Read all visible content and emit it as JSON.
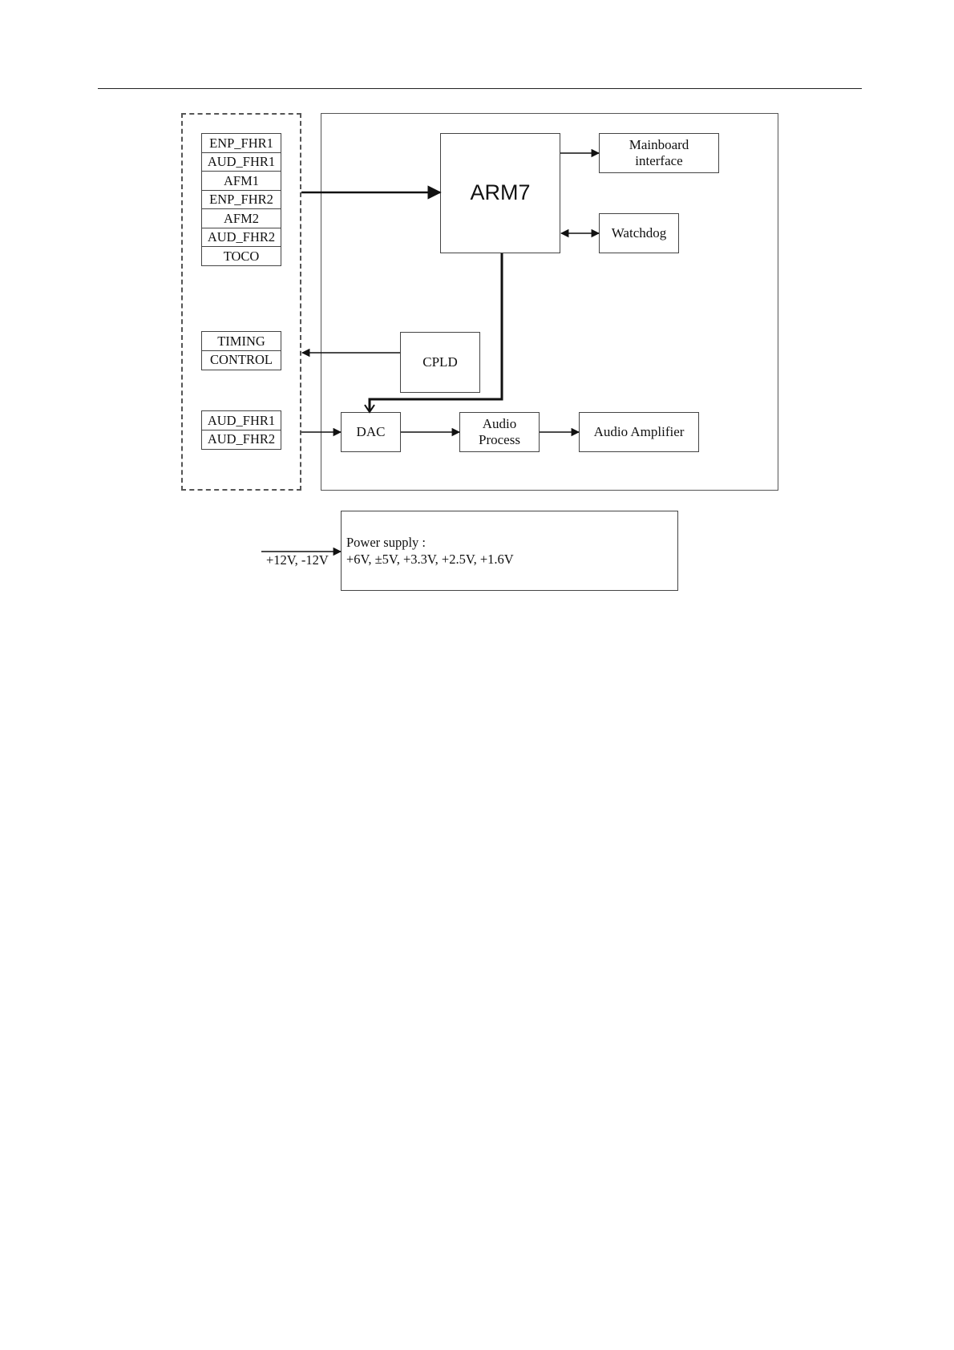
{
  "diagram": {
    "input_group_top": [
      "ENP_FHR1",
      "AUD_FHR1",
      "AFM1",
      "ENP_FHR2",
      "AFM2",
      "AUD_FHR2",
      "TOCO"
    ],
    "input_group_mid": [
      "TIMING",
      "CONTROL"
    ],
    "input_group_bottom": [
      "AUD_FHR1",
      "AUD_FHR2"
    ],
    "arm": "ARM7",
    "mainboard_line1": "Mainboard",
    "mainboard_line2": "interface",
    "watchdog": "Watchdog",
    "cpld": "CPLD",
    "dac": "DAC",
    "audio_process_line1": "Audio",
    "audio_process_line2": "Process",
    "audio_amplifier": "Audio Amplifier",
    "power_input": "+12V, -12V",
    "power_supply_line1": "Power supply :",
    "power_supply_line2": "+6V, ±5V, +3.3V, +2.5V, +1.6V"
  }
}
